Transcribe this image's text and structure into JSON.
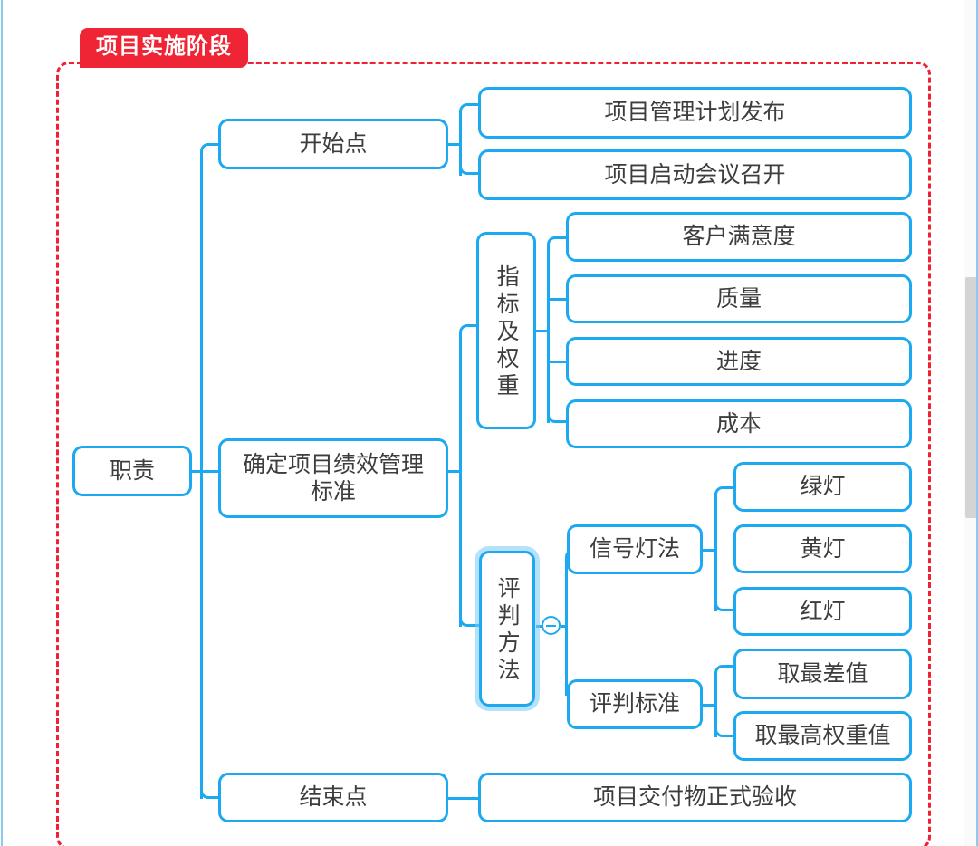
{
  "stage": {
    "badge_label": "项目实施阶段",
    "frame_style": "dashed",
    "frame_color": "#ee2233"
  },
  "theme": {
    "node_border": "#1ca9f0",
    "node_fill": "#ffffff",
    "text_color": "#3d3d3d",
    "badge_bg": "#ef2434",
    "badge_text": "#ffffff",
    "connector": "#1ca9f0",
    "selection_halo": "#78c8f5",
    "scrollbar_thumb": "#d4d4d4"
  },
  "mindmap": {
    "root": {
      "label": "职责"
    },
    "branches": [
      {
        "label": "开始点",
        "children": [
          {
            "label": "项目管理计划发布"
          },
          {
            "label": "项目启动会议召开"
          }
        ]
      },
      {
        "label": "确定项目绩效管理\n标准",
        "label_line1": "确定项目绩效管理",
        "label_line2": "标准",
        "children": [
          {
            "label": "指标及权重",
            "orientation": "vertical",
            "children": [
              {
                "label": "客户满意度"
              },
              {
                "label": "质量"
              },
              {
                "label": "进度"
              },
              {
                "label": "成本"
              }
            ]
          },
          {
            "label": "评判方法",
            "orientation": "vertical",
            "selected": true,
            "toggle": {
              "icon": "minus-circle-icon",
              "state": "expanded"
            },
            "children": [
              {
                "label": "信号灯法",
                "children": [
                  {
                    "label": "绿灯"
                  },
                  {
                    "label": "黄灯"
                  },
                  {
                    "label": "红灯"
                  }
                ]
              },
              {
                "label": "评判标准",
                "children": [
                  {
                    "label": "取最差值"
                  },
                  {
                    "label": "取最高权重值"
                  }
                ]
              }
            ]
          }
        ]
      },
      {
        "label": "结束点",
        "children": [
          {
            "label": "项目交付物正式验收"
          }
        ]
      }
    ]
  },
  "scrollbar": {
    "orientation": "vertical",
    "position_label": "scroll-thumb"
  }
}
